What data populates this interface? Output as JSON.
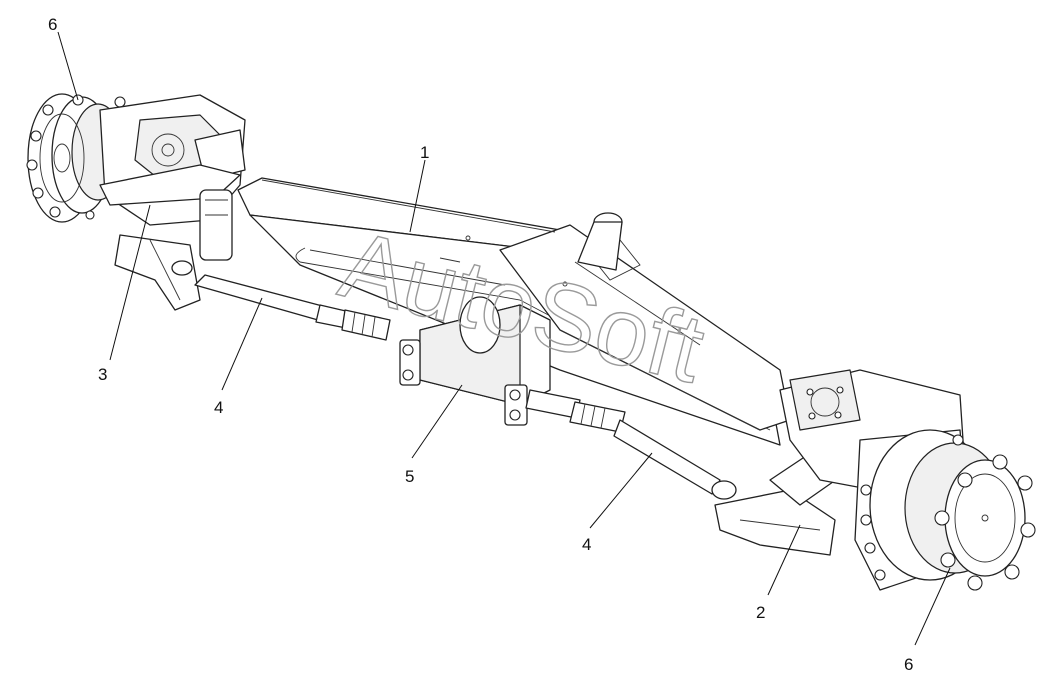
{
  "watermark": {
    "text": "AutoSoft"
  },
  "callouts": [
    {
      "id": "callout-6-top",
      "label": "6"
    },
    {
      "id": "callout-1",
      "label": "1"
    },
    {
      "id": "callout-3",
      "label": "3"
    },
    {
      "id": "callout-4-left",
      "label": "4"
    },
    {
      "id": "callout-5",
      "label": "5"
    },
    {
      "id": "callout-4-right",
      "label": "4"
    },
    {
      "id": "callout-2",
      "label": "2"
    },
    {
      "id": "callout-6-bottom",
      "label": "6"
    }
  ]
}
